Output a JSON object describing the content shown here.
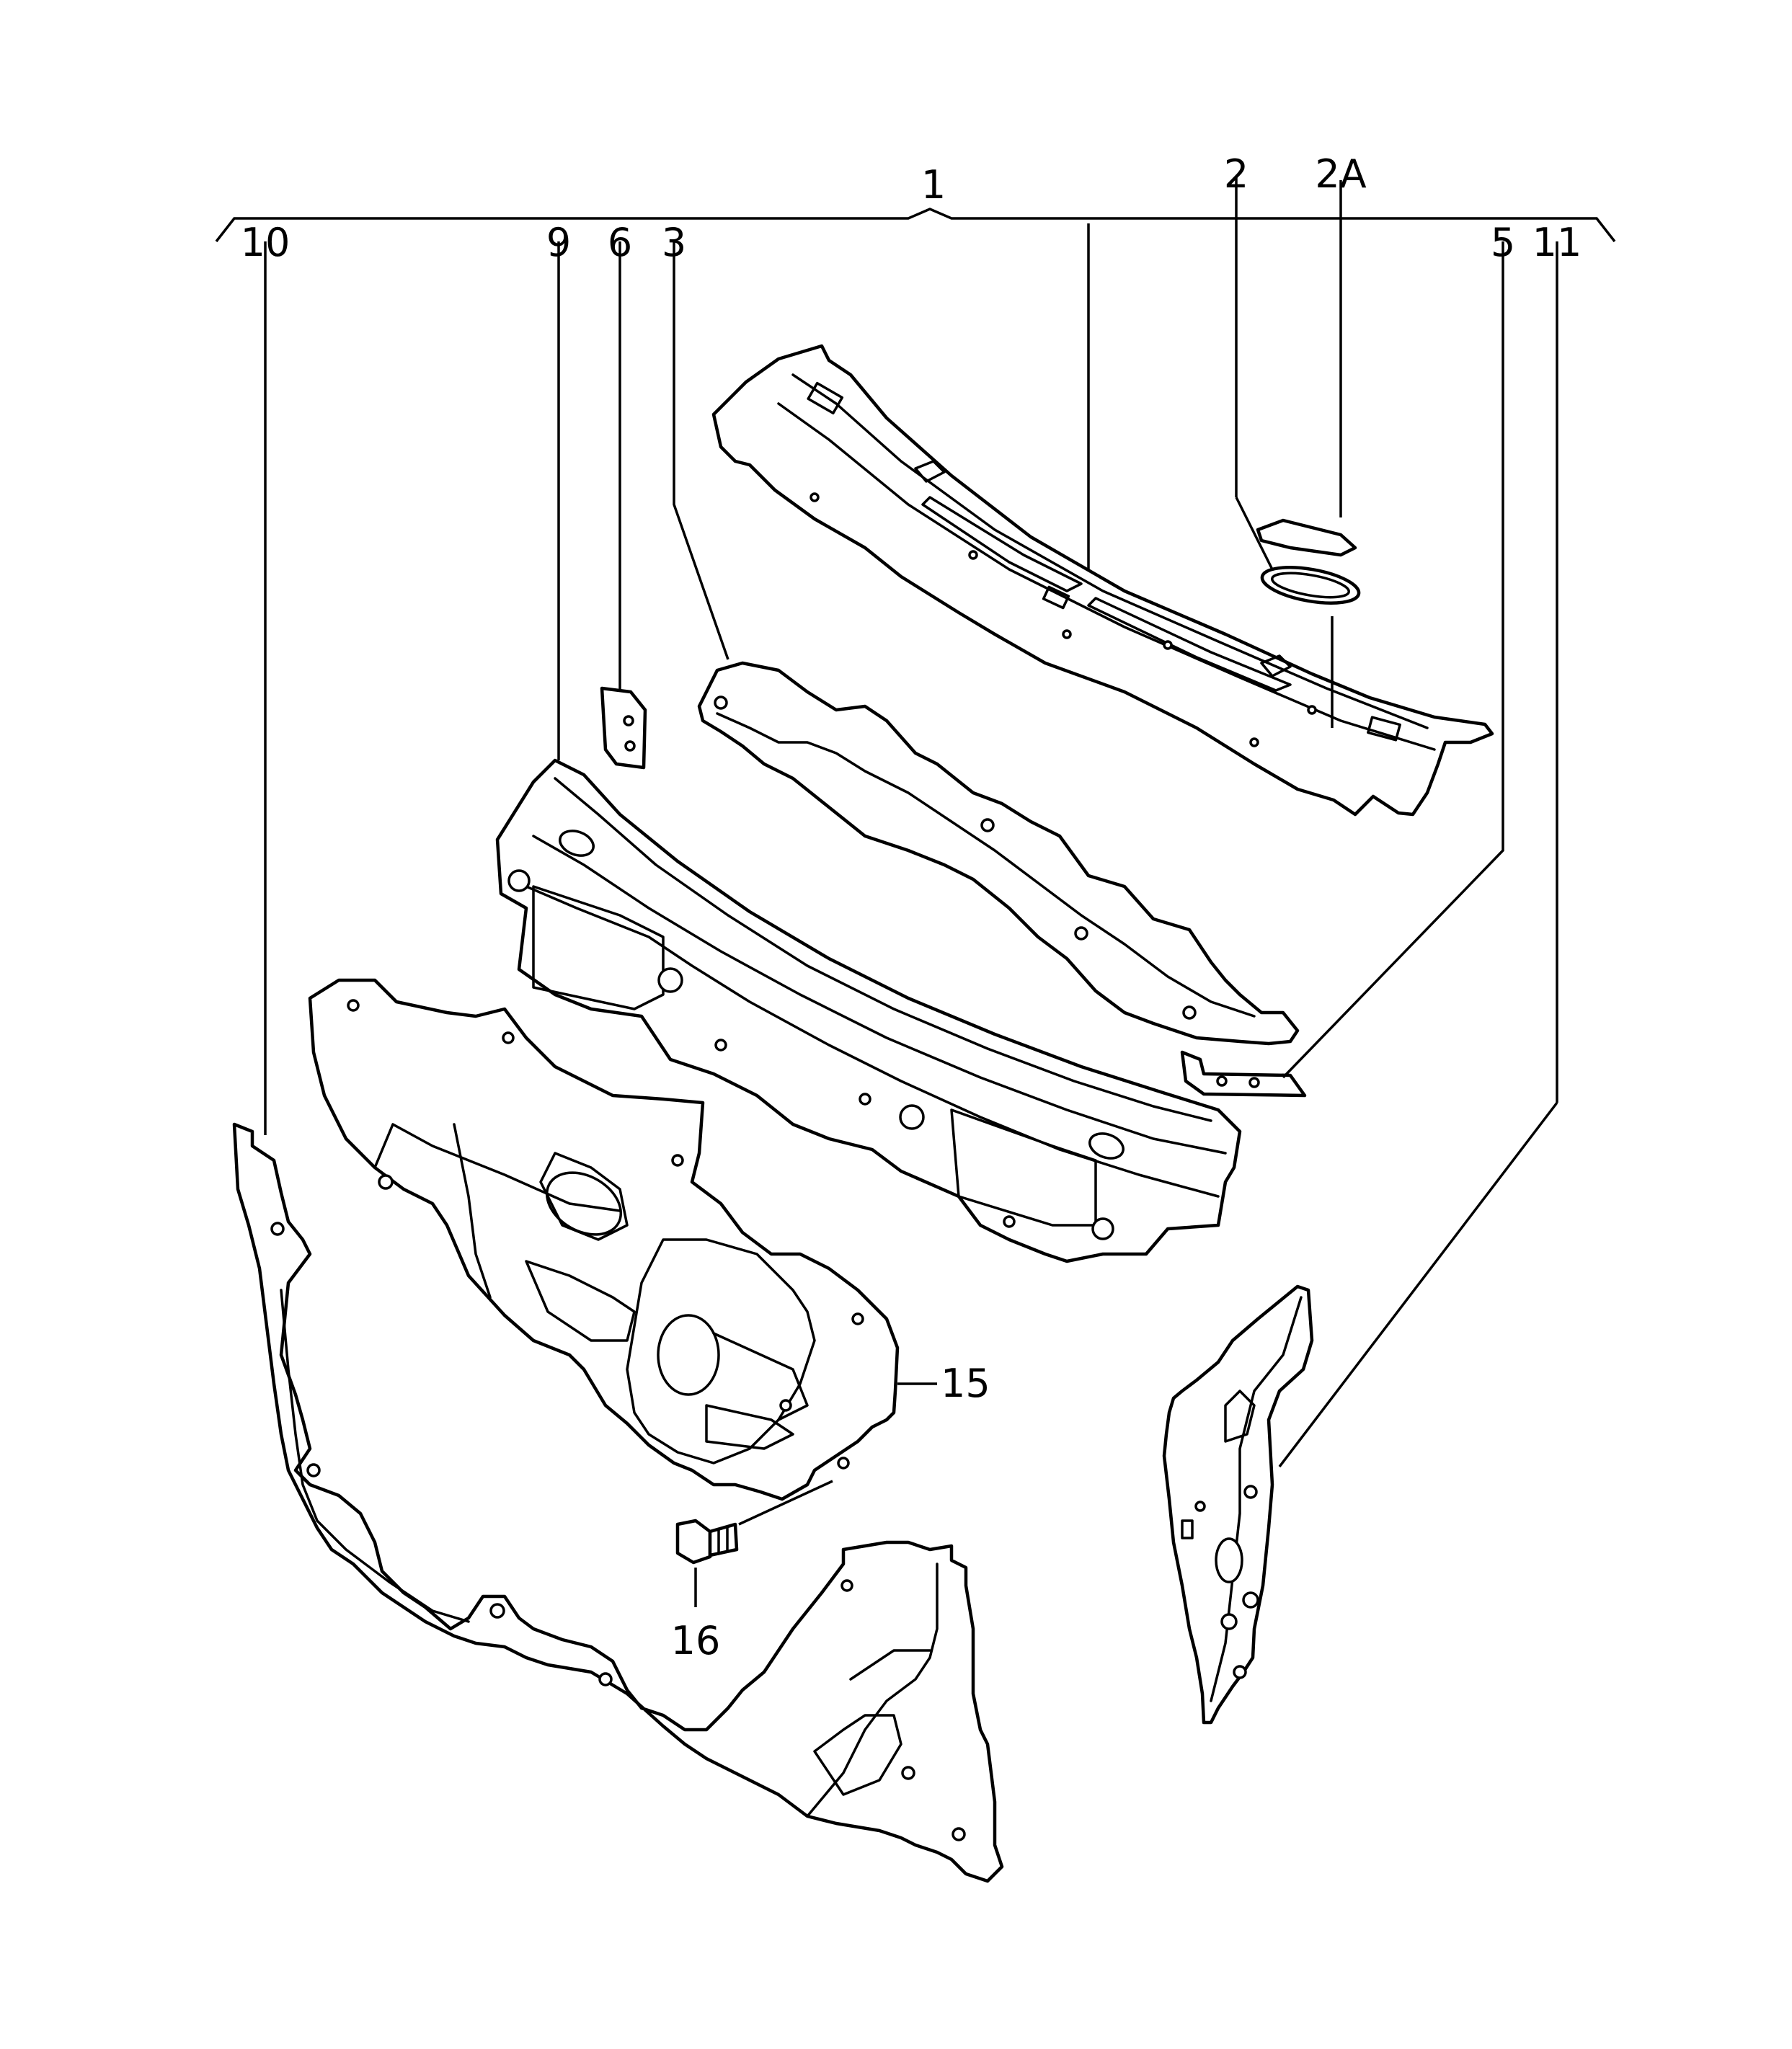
{
  "diagram": {
    "callouts": {
      "c1": "1",
      "c2": "2",
      "c2a": "2A",
      "c3": "3",
      "c5": "5",
      "c6": "6",
      "c9": "9",
      "c10": "10",
      "c11": "11",
      "c15": "15",
      "c16": "16"
    },
    "colors": {
      "line": "#000000",
      "background": "#ffffff"
    }
  }
}
